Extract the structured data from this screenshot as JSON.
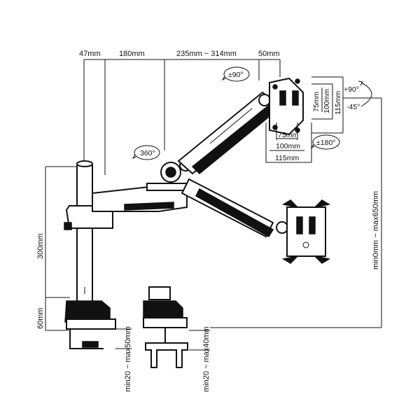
{
  "dimensions": {
    "offset_47": "47mm",
    "arm_180": "180mm",
    "arm_235_314": "235mm ~ 314mm",
    "arm_50": "50mm",
    "pole_height": "300mm",
    "base_height": "60mm",
    "clamp_range": "min20 ~ max50mm",
    "grommet_range": "min20 ~ max40mm",
    "vertical_range": "min0mm ~ max650mm",
    "vesa_75_v": "75mm",
    "vesa_100_v": "100mm",
    "vesa_115_v": "115mm",
    "vesa_75_h": "75mm",
    "vesa_100_h": "100mm",
    "vesa_115_h": "115mm"
  },
  "angles": {
    "swivel_90": "±90°",
    "rotation_360": "360°",
    "rotation_180": "±180°",
    "tilt_up": "+90°",
    "tilt_down": "-45°"
  }
}
